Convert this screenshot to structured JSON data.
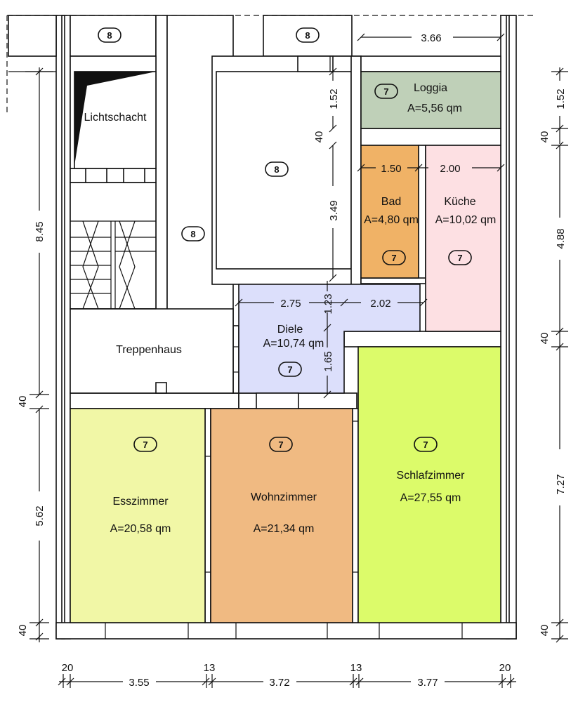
{
  "colors": {
    "loggia": "#bfd0b8",
    "bad": "#f0b266",
    "kueche": "#fde0e3",
    "diele": "#dcdffb",
    "esszimmer": "#f1f7a6",
    "wohnzimmer": "#f0ba82",
    "schlafzimmer": "#dcfb6a"
  },
  "rooms": {
    "loggia": {
      "name": "Loggia",
      "area": "A=5,56 qm",
      "mark": "7"
    },
    "bad": {
      "name": "Bad",
      "area": "A=4,80 qm",
      "mark": "7"
    },
    "kueche": {
      "name": "Küche",
      "area": "A=10,02 qm",
      "mark": "7"
    },
    "diele": {
      "name": "Diele",
      "area": "A=10,74 qm",
      "mark": "7"
    },
    "esszimmer": {
      "name": "Esszimmer",
      "area": "A=20,58 qm",
      "mark": "7"
    },
    "wohnzimmer": {
      "name": "Wohnzimmer",
      "area": "A=21,34 qm",
      "mark": "7"
    },
    "schlafzimmer": {
      "name": "Schlafzimmer",
      "area": "A=27,55 qm",
      "mark": "7"
    },
    "lichtschacht": {
      "name": "Lichtschacht"
    },
    "treppenhaus": {
      "name": "Treppenhaus"
    }
  },
  "neighbor_marks": [
    "8",
    "8",
    "8",
    "8"
  ],
  "dimensions": {
    "loggia_width": "3.66",
    "loggia_depth": "1.52",
    "wall_upper": "40",
    "bad_width": "1.50",
    "kueche_width": "2.00",
    "court_depth": "3.49",
    "diele_width_left": "2.75",
    "diele_width_right": "2.02",
    "diele_depth_upper": "1.23",
    "diele_depth_lower": "1.65",
    "left_upper": "8.45",
    "left_wall_mid": "40",
    "left_lower": "5.62",
    "left_wall_bottom": "40",
    "right_upper": "1.52",
    "right_wall_1": "40",
    "right_mid": "4.88",
    "right_wall_2": "40",
    "right_lower": "7.27",
    "right_wall_bottom": "40",
    "bottom_wall_left": "20",
    "bottom_wall_mid1": "13",
    "bottom_wall_mid2": "13",
    "bottom_wall_right": "20",
    "bottom_esszimmer": "3.55",
    "bottom_wohnzimmer": "3.72",
    "bottom_schlafzimmer": "3.77"
  }
}
